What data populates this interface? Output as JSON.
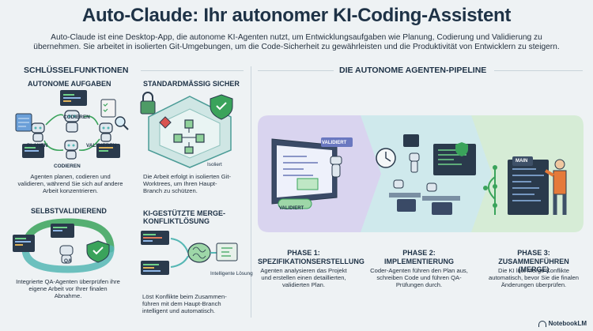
{
  "header": {
    "title": "Auto-Claude: Ihr autonomer KI-Coding-Assistent",
    "subtitle": "Auto-Claude ist eine Desktop-App, die autonome KI-Agenten nutzt, um Entwicklungsaufgaben wie Planung, Codierung und Validierung zu übernehmen. Sie arbeitet in isolierten Git-Umgebungen, um die Code-Sicherheit zu gewährleisten und die Produktivität von Entwicklern zu steigern."
  },
  "features": {
    "heading": "SCHLÜSSELFUNKTIONEN",
    "autonomous": {
      "title": "AUTONOME AUFGABEN",
      "labels": [
        "CODIEREN",
        "PLANEN",
        "VALIDIEREN",
        "CODIEREN"
      ],
      "desc": "Agenten planen, codieren und validieren, während Sie sich auf andere Arbeit konzentrieren."
    },
    "secure": {
      "title": "STANDARDMÄSSIG SICHER",
      "label": "Isoliert",
      "desc": "Die Arbeit erfolgt in isolierten Git-Worktrees, um Ihren Haupt-Branch zu schützen."
    },
    "selfvalidate": {
      "title": "SELBSTVALIDIEREND",
      "badge": "QA",
      "desc": "Integrierte QA-Agenten überprüfen ihre eigene Arbeit vor Ihrer finalen Abnahme."
    },
    "merge": {
      "title": "KI-GESTÜTZTE MERGE-KONFLIKTLÖSUNG",
      "label": "Intelligente Lösung",
      "desc": "Löst Konflikte beim Zusammen-führen mit dem Haupt-Branch intelligent und automatisch."
    }
  },
  "pipeline": {
    "heading": "DIE AUTONOME AGENTEN-PIPELINE",
    "screen_labels": [
      "VALIDIERT",
      "MAIN"
    ],
    "phases": [
      {
        "title": "PHASE 1: SPEZIFIKATIONSERSTELLUNG",
        "desc": "Agenten analysieren das Projekt und erstellen einen detaillierten, validierten Plan."
      },
      {
        "title": "PHASE 2: IMPLEMENTIERUNG",
        "desc": "Coder-Agenten führen den Plan aus, schreiben Code und führen QA-Prüfungen durch."
      },
      {
        "title": "PHASE 3: ZUSAMMENFÜHREN (MERGE)",
        "desc": "Die KI löst Merge-Konflikte automatisch, bevor Sie die finalen Änderungen überprüfen."
      }
    ]
  },
  "brand": "NotebookLM",
  "colors": {
    "navy": "#1e3246",
    "phase1": "#d9d4ef",
    "phase2": "#cfe9ec",
    "phase3": "#d6ecd6",
    "green": "#3aa35b",
    "teal": "#55b7b4",
    "orange": "#e57a3a"
  }
}
